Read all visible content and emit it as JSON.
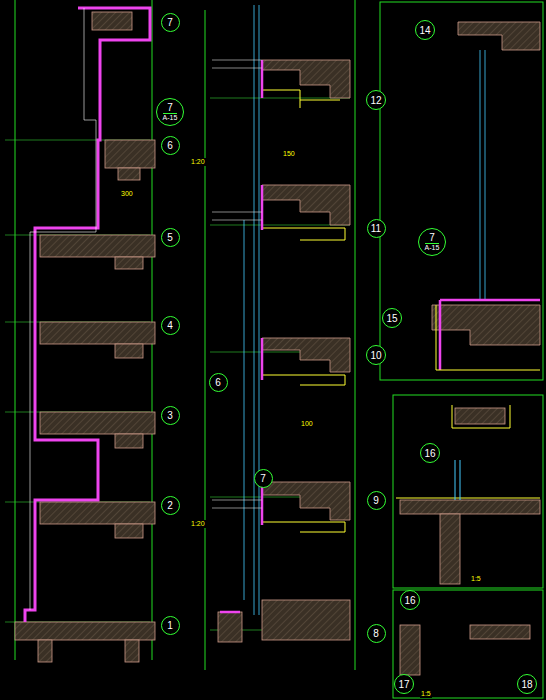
{
  "diagram": {
    "nodes": [
      {
        "text": [
          "7"
        ]
      },
      {
        "text": [
          "6"
        ]
      },
      {
        "text": [
          "5"
        ]
      },
      {
        "text": [
          "4"
        ]
      },
      {
        "text": [
          "3"
        ]
      },
      {
        "text": [
          "2"
        ]
      },
      {
        "text": [
          "1"
        ]
      },
      {
        "text": [
          "7",
          "A-15"
        ]
      },
      {
        "text": [
          "12"
        ]
      },
      {
        "text": [
          "11"
        ]
      },
      {
        "text": [
          "10"
        ]
      },
      {
        "text": [
          "9"
        ]
      },
      {
        "text": [
          "8"
        ]
      },
      {
        "text": [
          "6"
        ]
      },
      {
        "text": [
          "7"
        ]
      },
      {
        "text": [
          "14"
        ]
      },
      {
        "text": [
          "7",
          "A-15"
        ]
      },
      {
        "text": [
          "15"
        ]
      },
      {
        "text": [
          "16"
        ]
      },
      {
        "text": [
          "16"
        ]
      },
      {
        "text": [
          "17"
        ]
      },
      {
        "text": [
          "18"
        ]
      }
    ],
    "labels": [
      "1:20",
      "1:20",
      "1:5",
      "1:5",
      "300",
      "150",
      "100"
    ]
  }
}
